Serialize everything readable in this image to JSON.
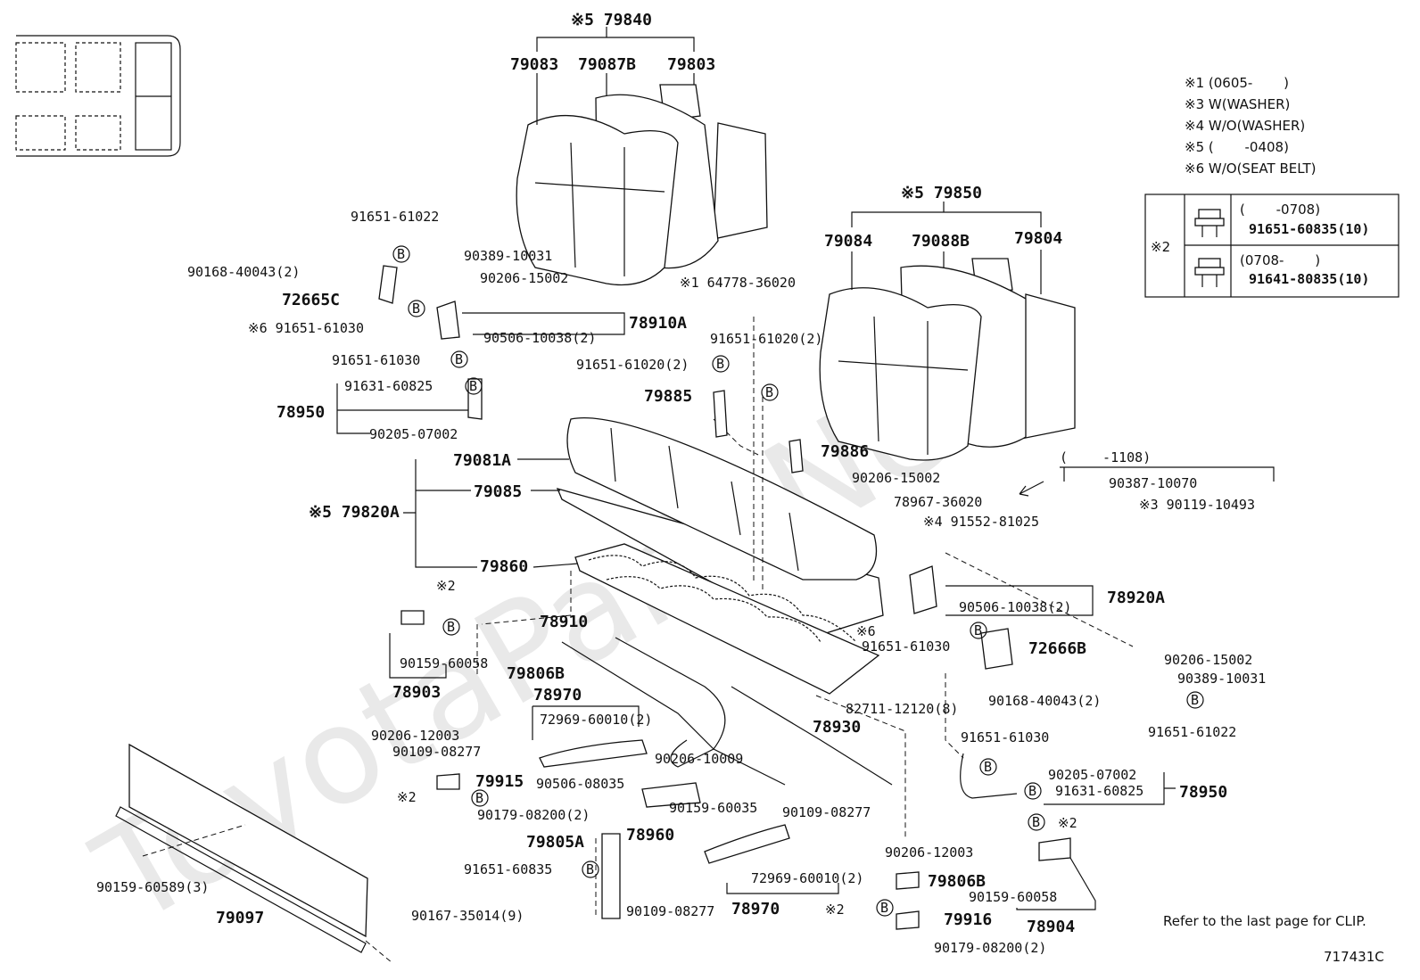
{
  "watermark": "ToyotaPartsNet",
  "diagram_code": "717431C",
  "clip_note": "Refer to the last page for CLIP.",
  "legend_notes": [
    "※1 (0605-　　 )",
    "※3 W(WASHER)",
    "※4 W/O(WASHER)",
    "※5 (　　 -0408)",
    "※6 W/O(SEAT BELT)"
  ],
  "clip_table": {
    "key": "※2",
    "rows": [
      {
        "range": "(　　 -0708)",
        "part": "91651-60835(10)"
      },
      {
        "range": "(0708-　　 )",
        "part": "91641-80835(10)"
      }
    ]
  },
  "callout_symbol": "B",
  "labels": {
    "l79840": "※5 79840",
    "l79083": "79083",
    "l79087B": "79087B",
    "l79803": "79803",
    "l79850": "※5 79850",
    "l79084": "79084",
    "l79088B": "79088B",
    "l79804": "79804",
    "l91651_61022a": "91651-61022",
    "l90389a": "90389-10031",
    "l90168a": "90168-40043(2)",
    "l90206_15002a": "90206-15002",
    "l72665C": "72665C",
    "l91651_61030a": "※6 91651-61030",
    "l78910A": "78910A",
    "l90506a": "90506-10038(2)",
    "l91651_61030b": "91651-61030",
    "l91631a": "91631-60825",
    "l78950a": "78950",
    "l90205a": "90205-07002",
    "l64778": "※1 64778-36020",
    "l91651_61020a": "91651-61020(2)",
    "l91651_61020b": "91651-61020(2)",
    "l79885": "79885",
    "l79886": "79886",
    "l79081A": "79081A",
    "l79085": "79085",
    "l79820A": "※5 79820A",
    "l79860": "79860",
    "l90206_15002b": "90206-15002",
    "l78967": "78967-36020",
    "l91552": "※4 91552-81025",
    "l1108": "(　　 -1108)",
    "l90387": "90387-10070",
    "l90119": "※3 90119-10493",
    "l78920A": "78920A",
    "l90506b": "90506-10038(2)",
    "l91651_61030c": "91651-61030",
    "l6x": "※6",
    "l72666B": "72666B",
    "l90206_15002c": "90206-15002",
    "l90389b": "90389-10031",
    "l90168b": "90168-40043(2)",
    "l91651_61022b": "91651-61022",
    "l2a": "※2",
    "l90159_60058a": "90159-60058",
    "l78903": "78903",
    "l78910": "78910",
    "l79806B": "79806B",
    "l78970a": "78970",
    "l72969a": "72969-60010(2)",
    "l90206_12003a": "90206-12003",
    "l90109a": "90109-08277",
    "l90206_10009": "90206-10009",
    "l79915": "79915",
    "l90506_08035": "90506-08035",
    "l2b": "※2",
    "l90179a": "90179-08200(2)",
    "l90159_60035": "90159-60035",
    "l78960": "78960",
    "l82711": "82711-12120(8)",
    "l78930": "78930",
    "l91651_61030d": "91651-61030",
    "l90205b": "90205-07002",
    "l91631b": "91631-60825",
    "l78950b": "78950",
    "l2c": "※2",
    "l90109b": "90109-08277",
    "l79805A": "79805A",
    "l91651_60835": "91651-60835",
    "l90109c": "90109-08277",
    "l78970b": "78970",
    "l72969b": "72969-60010(2)",
    "l90206_12003b": "90206-12003",
    "l79806Bb": "79806B",
    "l2d": "※2",
    "l79916": "79916",
    "l90179b": "90179-08200(2)",
    "l90159_60058b": "90159-60058",
    "l78904": "78904",
    "l90159_60589": "90159-60589(3)",
    "l79097": "79097",
    "l90167": "90167-35014(9)"
  }
}
